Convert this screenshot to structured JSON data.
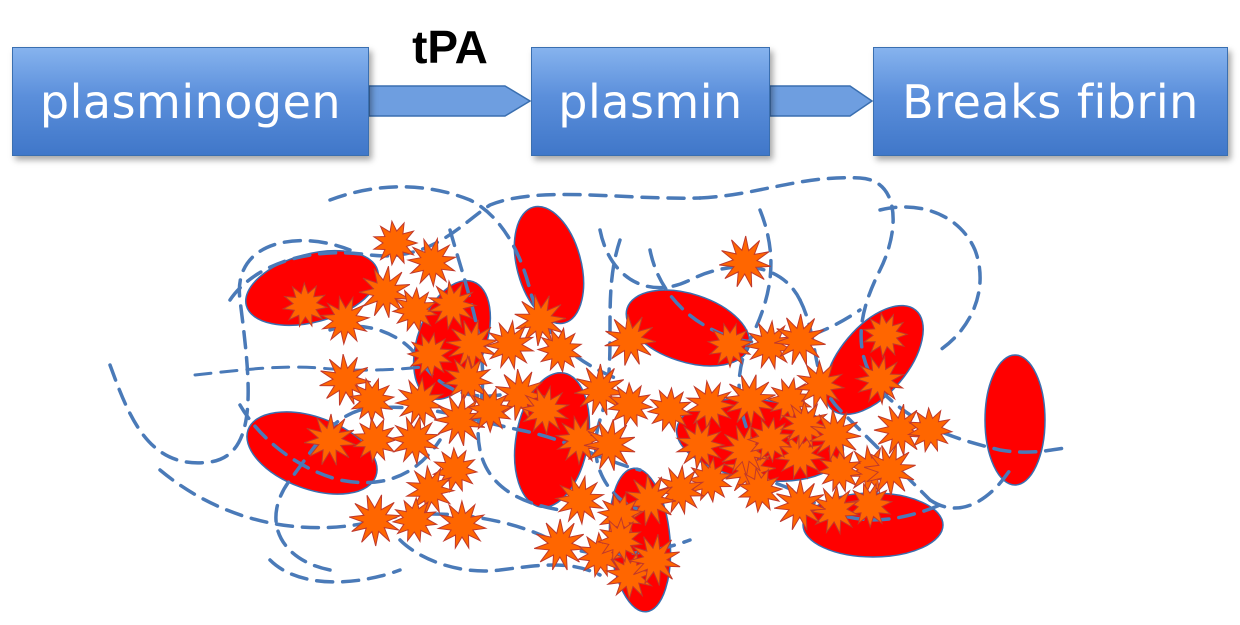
{
  "pathway": {
    "step1": "plasminogen",
    "enzyme": "tPA",
    "step2": "plasmin",
    "step3": "Breaks fibrin"
  },
  "colors": {
    "box_fill": "#4f86d6",
    "cell_red": "#ff0000",
    "burst_orange": "#ff6600",
    "fibrin_strand": "#4a7ab8"
  },
  "icons": {
    "cell": "red-blood-cell-icon",
    "burst": "plasmin-burst-icon",
    "strand": "fibrin-strand"
  }
}
